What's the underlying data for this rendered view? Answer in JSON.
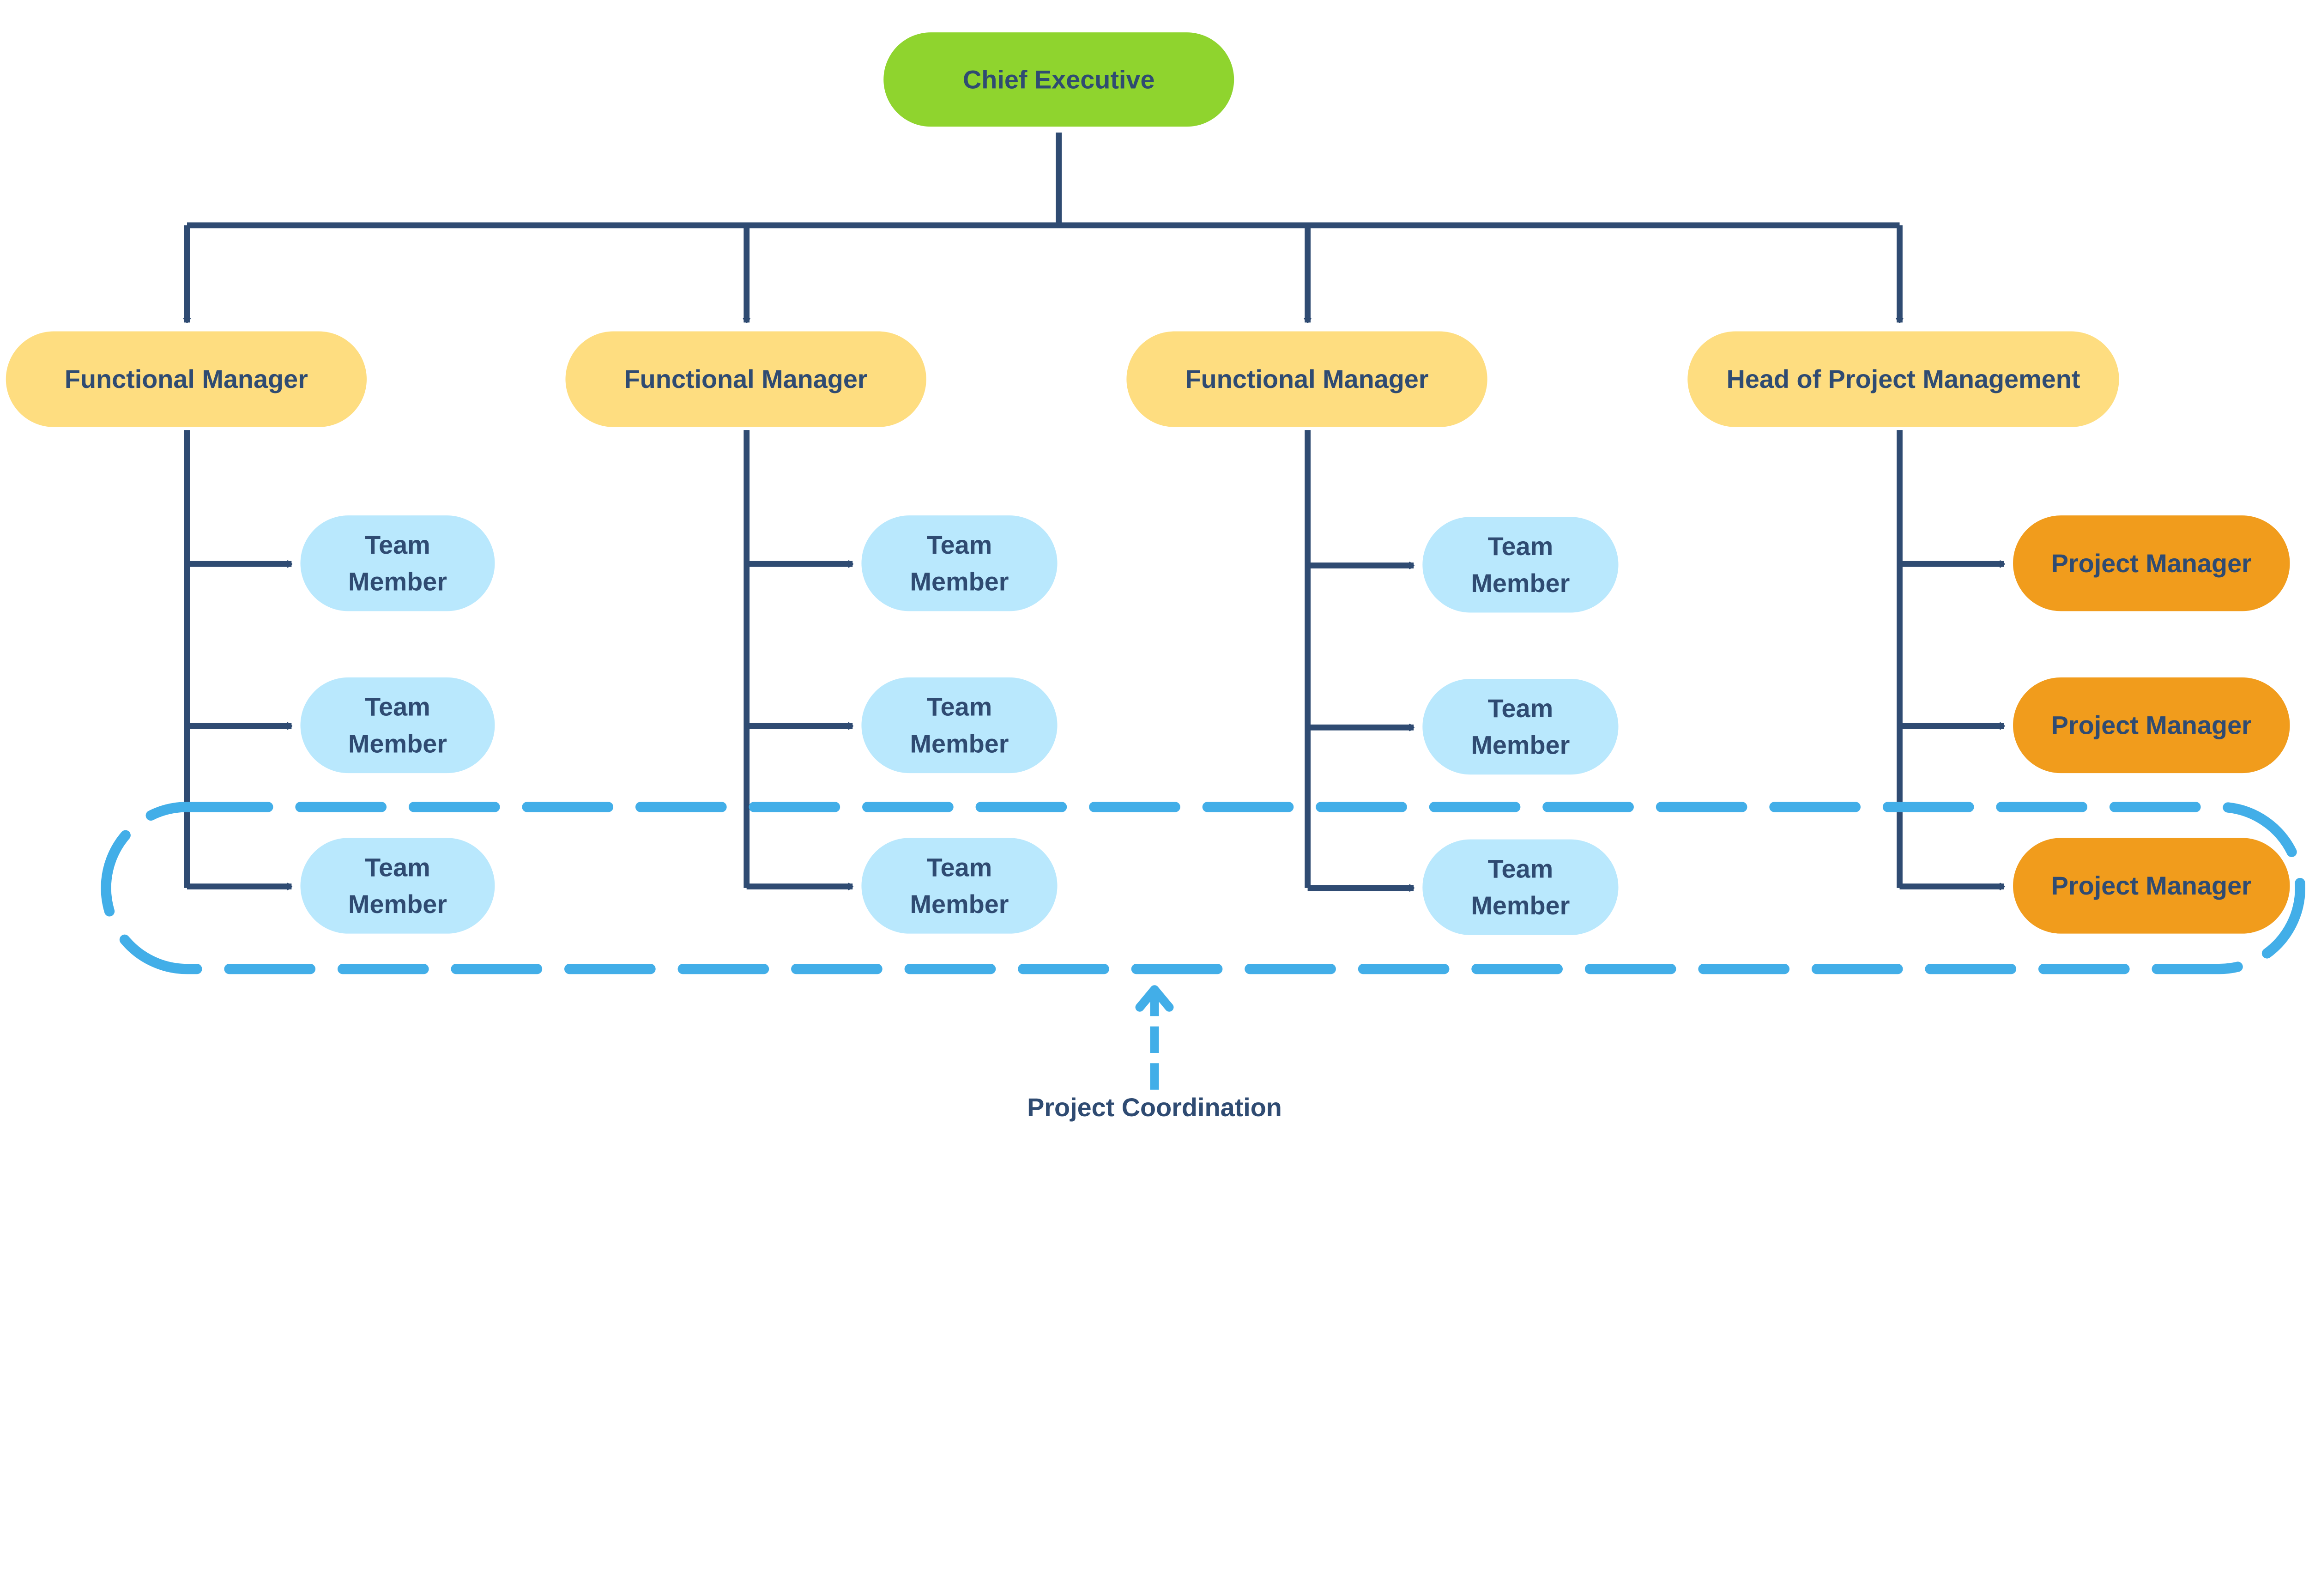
{
  "colors": {
    "line": "#2f4b72",
    "text": "#2f4b72",
    "executive": "#8fd42e",
    "manager": "#fedd80",
    "team_member": "#b9e8fd",
    "project_manager": "#f19c1c",
    "coordination": "#42aee8"
  },
  "executive": {
    "label": "Chief Executive"
  },
  "columns": [
    {
      "head": "Functional Manager",
      "type": "team_member",
      "children": [
        [
          "Team",
          "Member"
        ],
        [
          "Team",
          "Member"
        ],
        [
          "Team",
          "Member"
        ]
      ]
    },
    {
      "head": "Functional Manager",
      "type": "team_member",
      "children": [
        [
          "Team",
          "Member"
        ],
        [
          "Team",
          "Member"
        ],
        [
          "Team",
          "Member"
        ]
      ]
    },
    {
      "head": "Functional Manager",
      "type": "team_member",
      "children": [
        [
          "Team",
          "Member"
        ],
        [
          "Team",
          "Member"
        ],
        [
          "Team",
          "Member"
        ]
      ]
    },
    {
      "head": "Head of Project Management",
      "type": "project_manager",
      "children": [
        [
          "Project Manager"
        ],
        [
          "Project Manager"
        ],
        [
          "Project Manager"
        ]
      ]
    }
  ],
  "coordination": {
    "label": "Project Coordination",
    "style": "dashed-loop",
    "arrow": "arrow-up-icon"
  }
}
